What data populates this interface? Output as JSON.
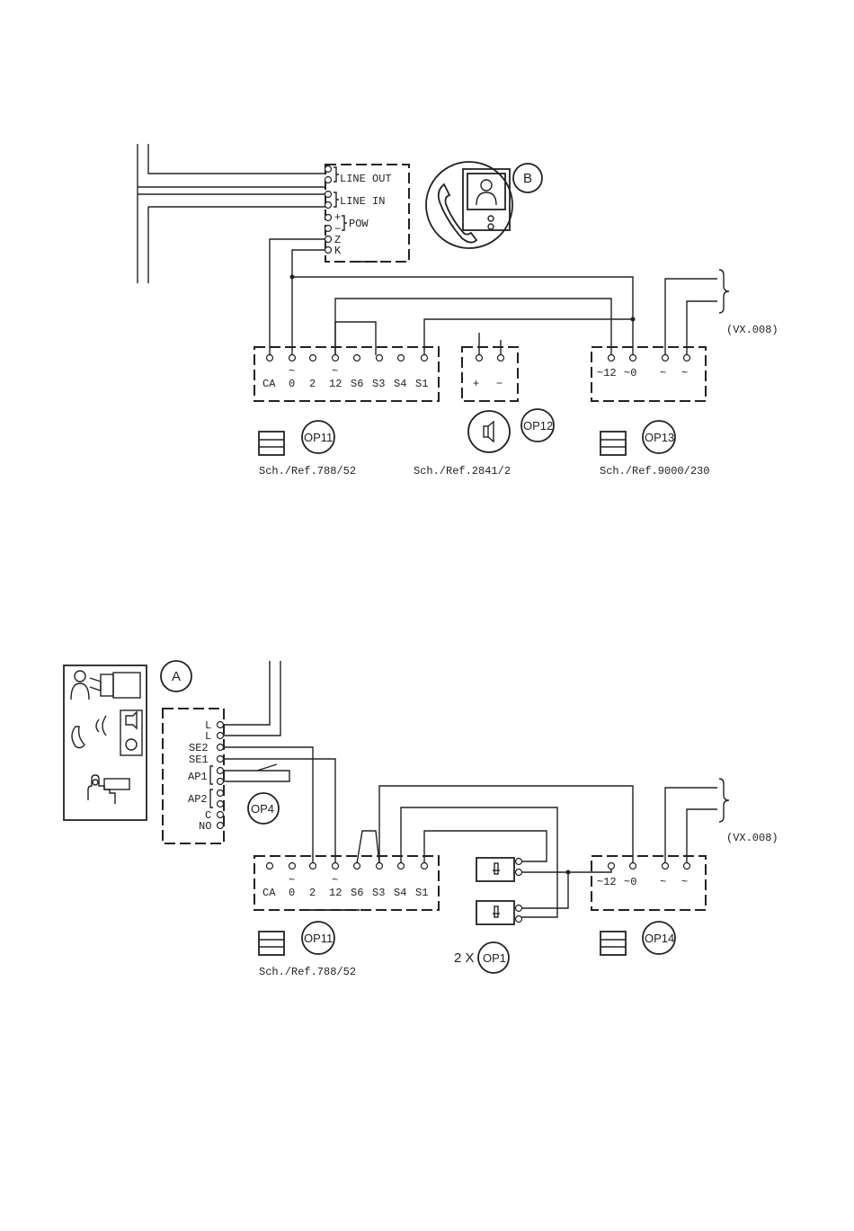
{
  "top": {
    "line_out": "LINE OUT",
    "line_in": "LINE IN",
    "pow": "POW",
    "plus": "+",
    "minus": "−",
    "z": "Z",
    "k": "K",
    "b_label": "B",
    "vx": "(VX.008)",
    "op11": "OP11",
    "op12": "OP12",
    "op13": "OP13",
    "ref1": "Sch./Ref.788/52",
    "ref2": "Sch./Ref.2841/2",
    "ref3": "Sch./Ref.9000/230"
  },
  "bottom": {
    "a_label": "A",
    "l1": "L",
    "l2": "L",
    "se2": "SE2",
    "se1": "SE1",
    "ap1": "AP1",
    "ap2": "AP2",
    "c": "C",
    "no": "NO",
    "op4": "OP4",
    "vx": "(VX.008)",
    "op11": "OP11",
    "op14": "OP14",
    "two_x": "2 X",
    "op1": "OP1",
    "ref1": "Sch./Ref.788/52"
  },
  "strip": {
    "labels": [
      "CA",
      "0",
      "2",
      "12",
      "S6",
      "S3",
      "S4",
      "S1"
    ],
    "tilde": "~"
  },
  "speaker_terms": [
    "+",
    "−"
  ],
  "transformer": {
    "labels": [
      "~12",
      "~0",
      "~",
      "~"
    ]
  }
}
